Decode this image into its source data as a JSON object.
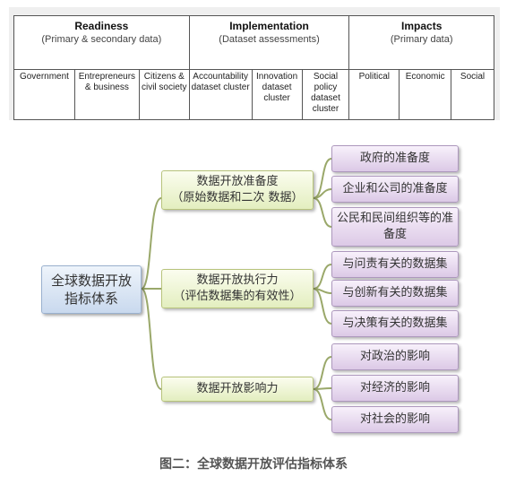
{
  "table": {
    "groups": [
      {
        "title": "Readiness",
        "subtitle": "(Primary & secondary data)"
      },
      {
        "title": "Implementation",
        "subtitle": "(Dataset assessments)"
      },
      {
        "title": "Impacts",
        "subtitle": "(Primary data)"
      }
    ],
    "subcols": [
      "Government",
      "Entrepreneurs & business",
      "Citizens & civil society",
      "Accountability dataset cluster",
      "Innovation dataset cluster",
      "Social policy dataset cluster",
      "Political",
      "Economic",
      "Social"
    ]
  },
  "diagram": {
    "root": "全球数据开放指标体系",
    "branches": [
      {
        "label_line1": "数据开放准备度",
        "label_line2": "（原始数据和二次 数据）",
        "leaves": [
          "政府的准备度",
          "企业和公司的准备度",
          "公民和民间组织等的准备度"
        ]
      },
      {
        "label_line1": "数据开放执行力",
        "label_line2": "（评估数据集的有效性）",
        "leaves": [
          "与问责有关的数据集",
          "与创新有关的数据集",
          "与决策有关的数据集"
        ]
      },
      {
        "label_line1": "数据开放影响力",
        "label_line2": "",
        "leaves": [
          "对政治的影响",
          "对经济的影响",
          "对社会的影响"
        ]
      }
    ]
  },
  "caption": "图二：全球数据开放评估指标体系",
  "colors": {
    "root_fill": "#c9d9ee",
    "branch_fill": "#e3eebf",
    "leaf_fill": "#dcc9e6",
    "connector": "#9aa86a"
  }
}
